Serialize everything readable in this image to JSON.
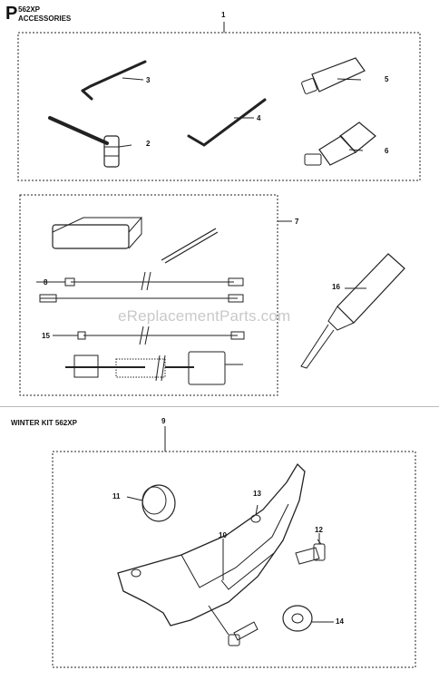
{
  "header": {
    "section_letter": "P",
    "model": "562XP",
    "title": "ACCESSORIES"
  },
  "winter_kit": {
    "title": "WINTER KIT 562XP"
  },
  "watermark": "eReplacementParts.com",
  "callouts": {
    "c1": "1",
    "c2": "2",
    "c3": "3",
    "c4": "4",
    "c5": "5",
    "c6": "6",
    "c7": "7",
    "c8": "8",
    "c9": "9",
    "c10": "10",
    "c11": "11",
    "c12": "12",
    "c13": "13",
    "c14": "14",
    "c15": "15",
    "c16": "16"
  },
  "colors": {
    "line": "#222222",
    "dotted_box": "#333333",
    "watermark": "#c9c9c9"
  }
}
